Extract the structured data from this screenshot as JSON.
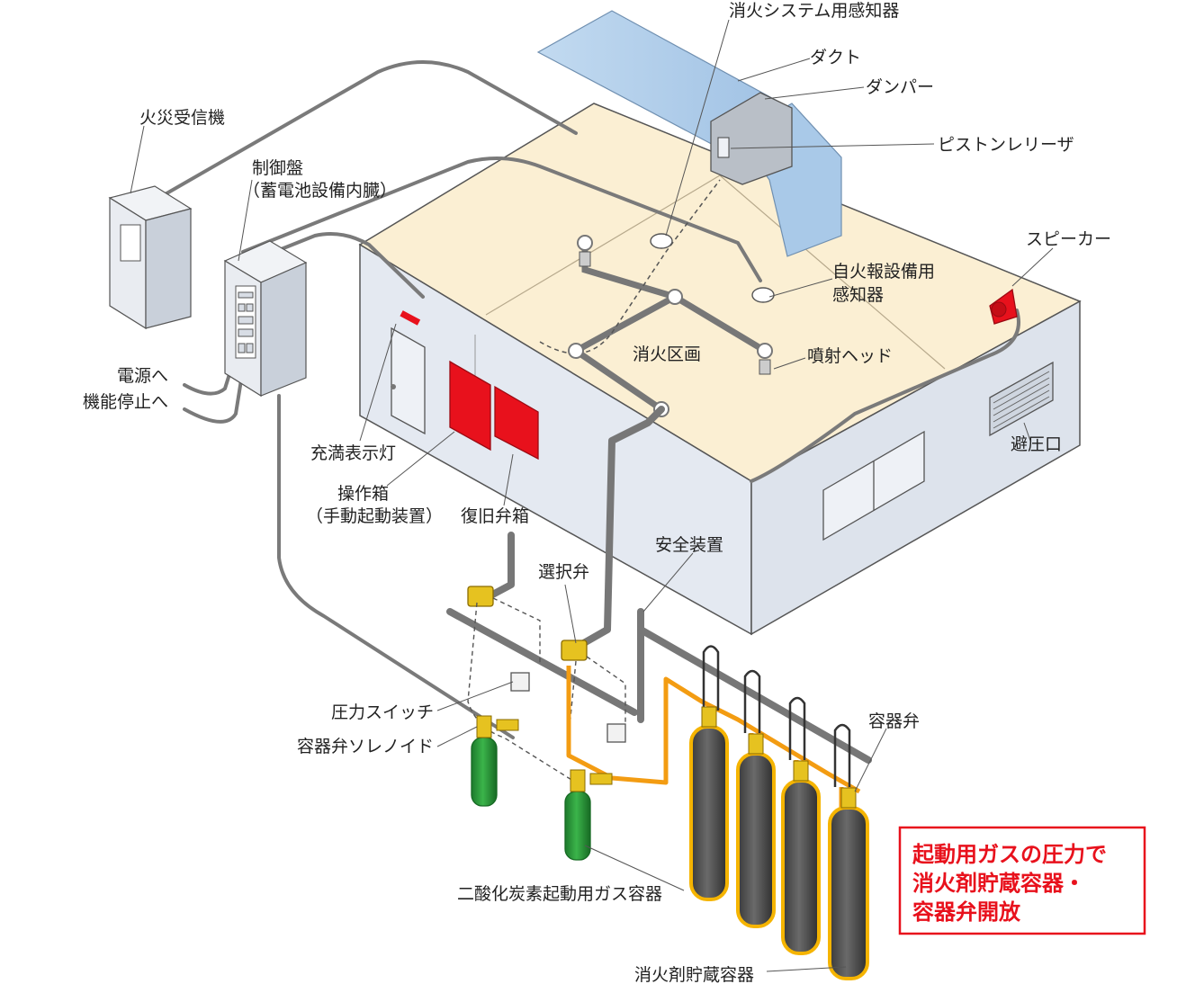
{
  "labels": {
    "detector_system": "消火システム用感知器",
    "duct": "ダクト",
    "damper": "ダンパー",
    "piston_releaser": "ピストンレリーザ",
    "fire_receiver": "火災受信機",
    "control_panel": "制御盤",
    "control_panel_note": "（蓄電池設備内臓）",
    "speaker": "スピーカー",
    "fire_alarm_detector_1": "自火報設備用",
    "fire_alarm_detector_2": "感知器",
    "extinguish_zone": "消火区画",
    "nozzle": "噴射ヘッド",
    "to_power": "電源へ",
    "to_stop": "機能停止へ",
    "fill_lamp": "充満表示灯",
    "pressure_vent": "避圧口",
    "operation_box": "操作箱",
    "operation_box_note": "（手動起動装置）",
    "restore_valve_box": "復旧弁箱",
    "safety_device": "安全装置",
    "selector_valve": "選択弁",
    "pressure_switch": "圧力スイッチ",
    "solenoid": "容器弁ソレノイド",
    "container_valve": "容器弁",
    "co2_gas": "二酸化炭素起動用ガス容器",
    "storage_container": "消火剤貯蔵容器"
  },
  "note": {
    "line1": "起動用ガスの圧力で",
    "line2": "消火剤貯蔵容器・",
    "line3": "容器弁開放"
  },
  "colors": {
    "floor": "#fbefd3",
    "wall": "#e4e9f1",
    "duct": "#a9c9e8",
    "pipe": "#777777",
    "cylinder": "#505050",
    "gas_cylinder": "#2a9a3a",
    "red_box": "#e8111c",
    "highlight": "#f39c12",
    "brass": "#e6c220"
  }
}
